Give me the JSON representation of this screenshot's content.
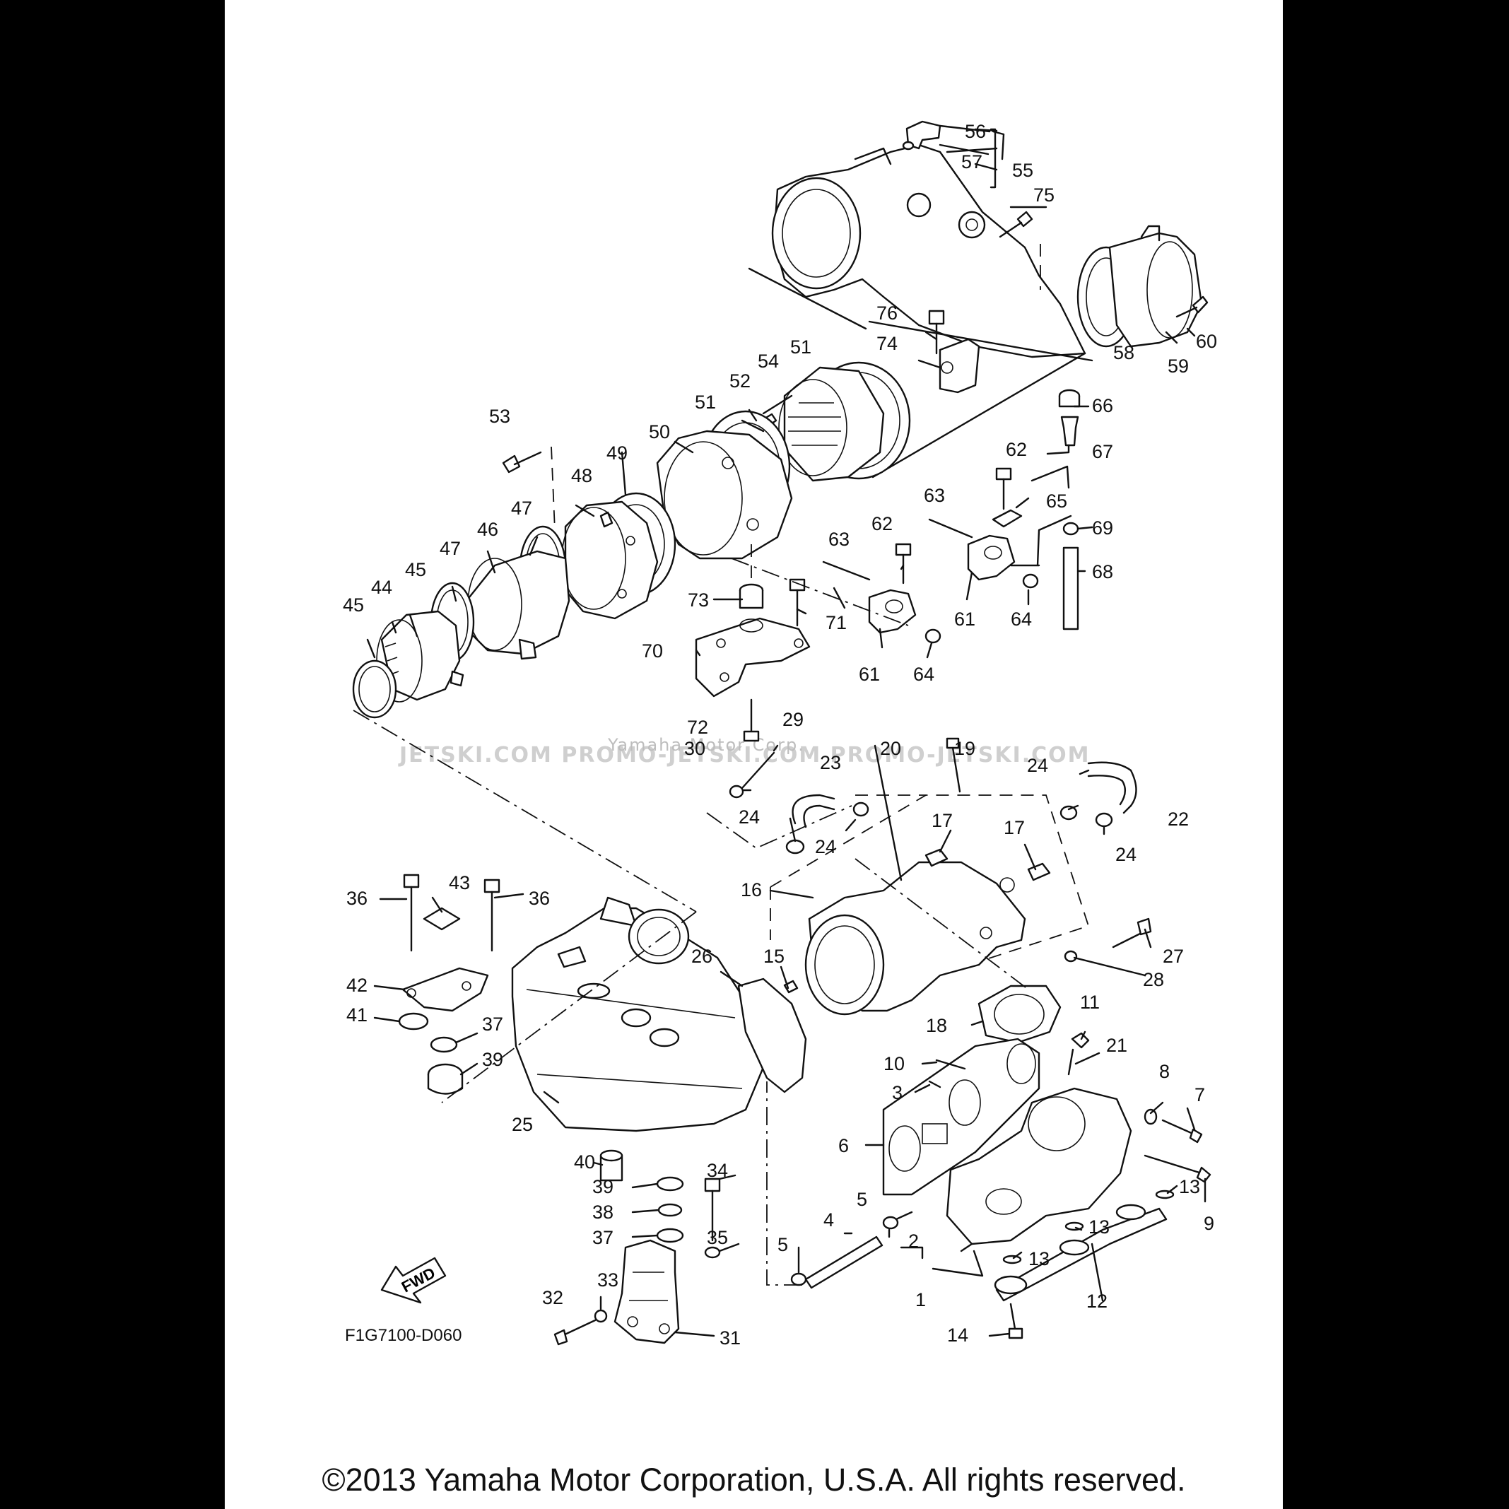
{
  "diagram": {
    "ref_code": "F1G7100-D060",
    "fwd_label": "FWD",
    "watermark": "JETSKI.COM   PROMO-JETSKI.COM   PROMO-JETSKI.COM",
    "watermark_inline": "Yamaha Motor Corp.",
    "copyright": "©2013 Yamaha Motor Corporation, U.S.A. All rights reserved.",
    "callouts": [
      "1",
      "2",
      "3",
      "4",
      "5",
      "5",
      "6",
      "7",
      "8",
      "9",
      "10",
      "11",
      "12",
      "13",
      "13",
      "13",
      "14",
      "15",
      "16",
      "17",
      "17",
      "18",
      "19",
      "20",
      "21",
      "22",
      "23",
      "24",
      "24",
      "24",
      "24",
      "25",
      "26",
      "27",
      "28",
      "29",
      "30",
      "31",
      "32",
      "33",
      "34",
      "35",
      "36",
      "36",
      "37",
      "37",
      "38",
      "39",
      "39",
      "40",
      "41",
      "42",
      "43",
      "44",
      "45",
      "45",
      "46",
      "47",
      "47",
      "48",
      "49",
      "50",
      "51",
      "51",
      "52",
      "53",
      "54",
      "55",
      "56",
      "57",
      "58",
      "59",
      "60",
      "61",
      "61",
      "62",
      "62",
      "63",
      "63",
      "64",
      "64",
      "65",
      "66",
      "67",
      "68",
      "69",
      "70",
      "71",
      "72",
      "73",
      "74",
      "75",
      "76"
    ]
  }
}
